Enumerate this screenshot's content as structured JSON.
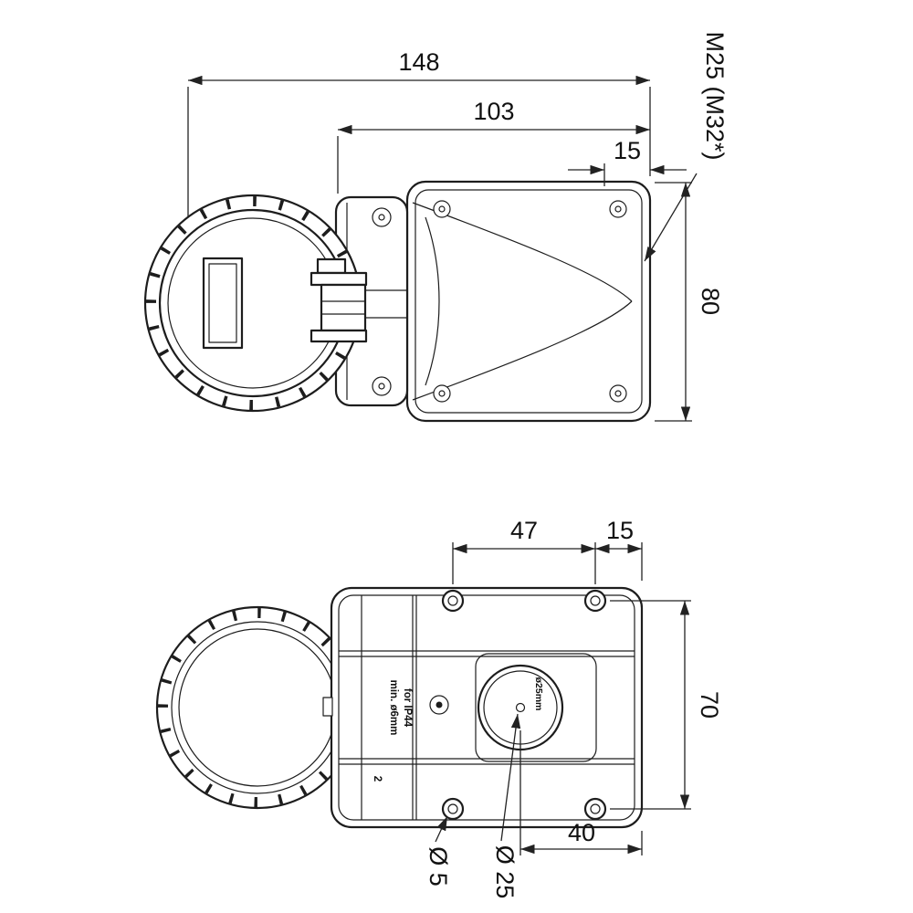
{
  "drawing": {
    "line_color": "#1d1d1d",
    "background": "#ffffff",
    "side_view": {
      "dim_overall_width": "148",
      "dim_body_width": "103",
      "dim_gland_offset": "15",
      "dim_height": "80",
      "label_gland_thread": "M25 (M32*)"
    },
    "front_view": {
      "dim_hole_spacing_horizontal": "47",
      "dim_hole_edge_offset": "15",
      "dim_hole_spacing_vertical": "70",
      "dim_knockout_offset": "40",
      "label_small_hole_diameter": "Ø 5",
      "label_knockout_diameter": "Ø 25",
      "note_membrane_line1": "min. ø6mm",
      "note_membrane_line2": "for IP44",
      "label_knockout_size": "ø25mm",
      "label_index": "2"
    }
  }
}
